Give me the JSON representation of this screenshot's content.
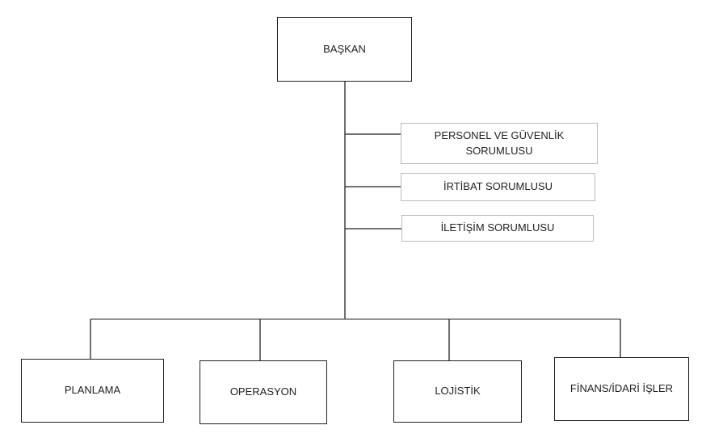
{
  "root": {
    "label": "BAŞKAN"
  },
  "staff": [
    {
      "label": "PERSONEL VE GÜVENLİK SORUMLUSU"
    },
    {
      "label": "İRTİBAT SORUMLUSU"
    },
    {
      "label": "İLETİŞİM SORUMLUSU"
    }
  ],
  "departments": [
    {
      "label": "PLANLAMA"
    },
    {
      "label": "OPERASYON"
    },
    {
      "label": "LOJİSTİK"
    },
    {
      "label": "FİNANS/İDARİ İŞLER"
    }
  ]
}
